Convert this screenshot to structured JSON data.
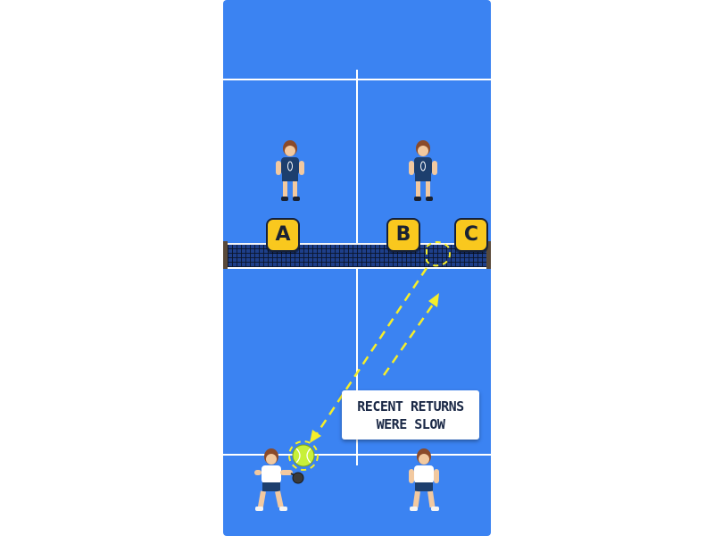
{
  "scene": {
    "court_color": "#3b83f2",
    "line_color": "#ffffff",
    "net_color": "#1e3f8a",
    "ball_color": "#c8f03a",
    "trajectory_color": "#f5ee2a"
  },
  "labels": {
    "a": "A",
    "b": "B",
    "c": "C"
  },
  "callout": {
    "text": "RECENT RETURNS\nWERE SLOW"
  },
  "players": [
    {
      "role": "opponent-left",
      "shirt": "#1d3f6e"
    },
    {
      "role": "opponent-right",
      "shirt": "#1d3f6e"
    },
    {
      "role": "self-hitter",
      "shirt": "#ffffff"
    },
    {
      "role": "partner",
      "shirt": "#ffffff"
    }
  ]
}
